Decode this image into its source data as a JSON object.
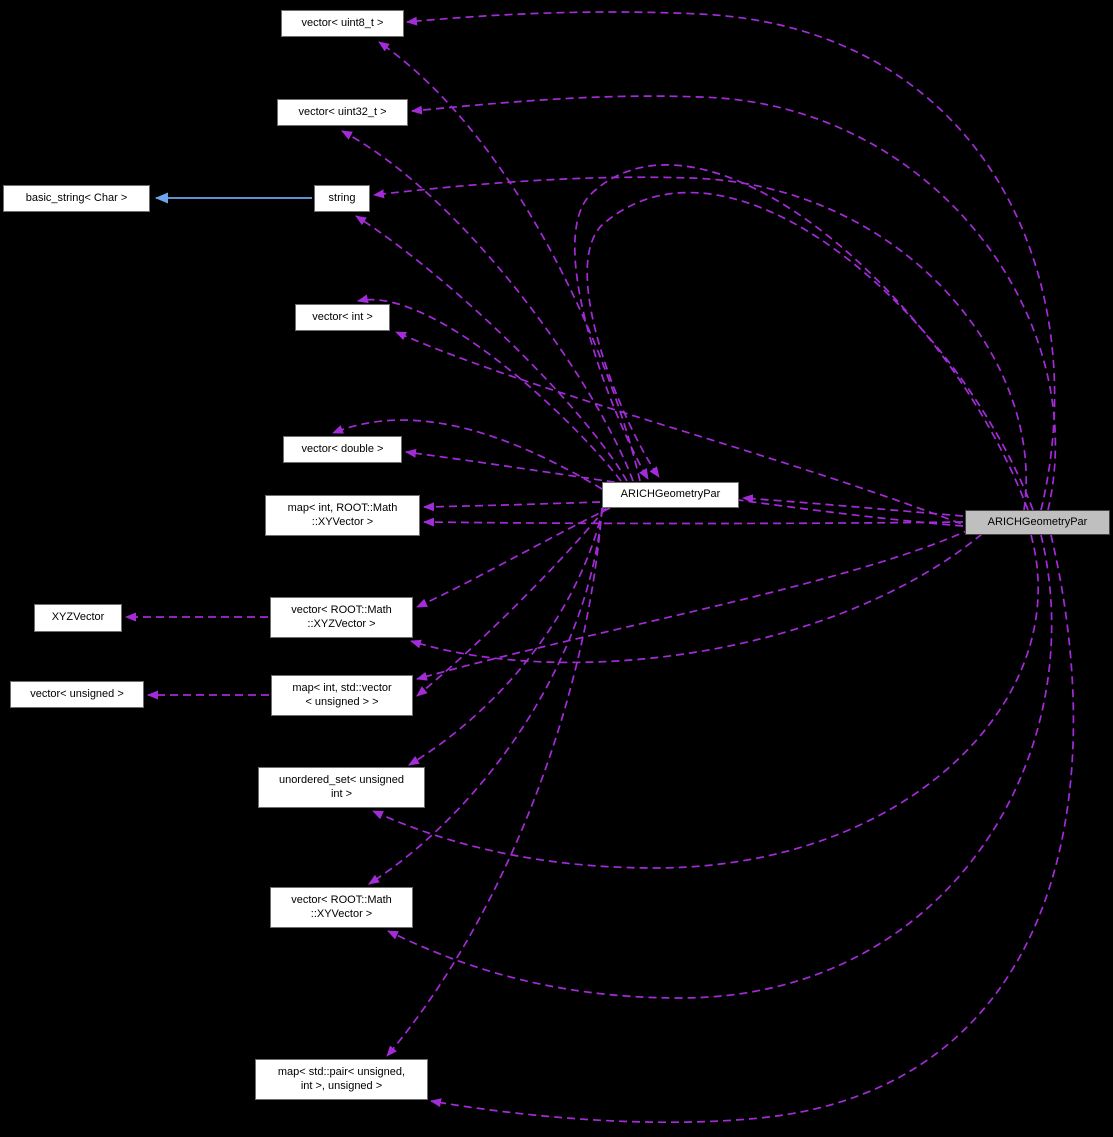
{
  "diagram": {
    "colors": {
      "background": "#000000",
      "usage_edge": "#A32CD8",
      "inheritance_edge": "#6CA6EB",
      "node_fill": "#FFFFFF",
      "node_border": "#6E6E6E",
      "node_text": "#000000",
      "main_node_fill": "#BFBFBF",
      "main_node_border": "#454545"
    },
    "nodes": [
      {
        "id": "vector-uint8",
        "label": "vector< uint8_t >"
      },
      {
        "id": "vector-uint32",
        "label": "vector< uint32_t >"
      },
      {
        "id": "basic-string-char",
        "label": "basic_string< Char >"
      },
      {
        "id": "string",
        "label": "string"
      },
      {
        "id": "vector-int",
        "label": "vector< int >"
      },
      {
        "id": "vector-double",
        "label": "vector< double >"
      },
      {
        "id": "arich-geometry-par-inner",
        "label": "ARICHGeometryPar"
      },
      {
        "id": "map-int-xyvector",
        "label": "map< int, ROOT::Math\n::XYVector >"
      },
      {
        "id": "xyzvector",
        "label": "XYZVector"
      },
      {
        "id": "vector-xyzvector",
        "label": "vector< ROOT::Math\n::XYZVector >"
      },
      {
        "id": "vector-unsigned",
        "label": "vector< unsigned >"
      },
      {
        "id": "map-int-vector-unsigned",
        "label": "map< int, std::vector\n< unsigned > >"
      },
      {
        "id": "unordered-set-unsigned-int",
        "label": "unordered_set< unsigned\nint >"
      },
      {
        "id": "vector-xyvector",
        "label": "vector< ROOT::Math\n::XYVector >"
      },
      {
        "id": "map-pair-unsigned-int",
        "label": "map< std::pair< unsigned,\nint >, unsigned >"
      },
      {
        "id": "arich-geometry-par-main",
        "label": "ARICHGeometryPar"
      }
    ]
  }
}
